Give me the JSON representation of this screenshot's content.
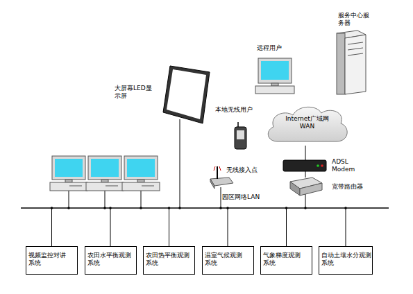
{
  "diagram": {
    "nodes": [
      {
        "text": [
          "Internet广域网 WAN"
        ]
      },
      {
        "text": [
          "视频监控对讲 系统"
        ]
      },
      {
        "text": [
          "农田水平衡观测 系统"
        ]
      },
      {
        "text": [
          "农田热平衡观测 系统"
        ]
      },
      {
        "text": [
          "温室气候观测 系统"
        ]
      },
      {
        "text": [
          "气象梯度观测 系统"
        ]
      },
      {
        "text": [
          "自动土壤水分观测 系统"
        ]
      }
    ],
    "labels": [
      "大屏幕LED显 示屏",
      "本地无线用户",
      "远程用户",
      "服务中心服 务器",
      "无线接入点",
      "ADSL Modem",
      "宽带路由器",
      "园区网络LAN"
    ]
  }
}
